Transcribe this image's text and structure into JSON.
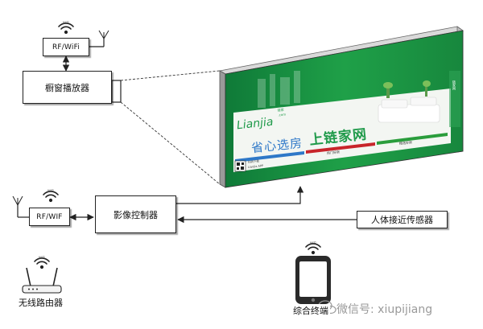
{
  "boxes": {
    "rf_wifi_top": "RF/WiFi",
    "window_player": "橱窗播放器",
    "rf_wifi_left": "RF/WIF",
    "image_controller": "影像控制器",
    "proximity_sensor": "人体接近传感器"
  },
  "captions": {
    "router": "无线路由器",
    "terminal": "综合终端"
  },
  "wifi_caption": "WiFi",
  "billboard": {
    "logo": "Lianjia",
    "logo_small": "链家\n.com",
    "slogan_left": "省心选房",
    "slogan_right": "上链家网",
    "qr_text_1": "扫码下载",
    "qr_text_2": "Lianjia APP",
    "bar_red_text": "热门好房",
    "bar_green_text": "精选好房",
    "side_text": "链家网"
  },
  "watermark": "微信号: xiupijiang",
  "colors": {
    "billboard_green": "#1f9a4a",
    "bar_blue": "#2e78c8",
    "bar_red": "#c8252b",
    "bar_green": "#2a9d3c"
  }
}
